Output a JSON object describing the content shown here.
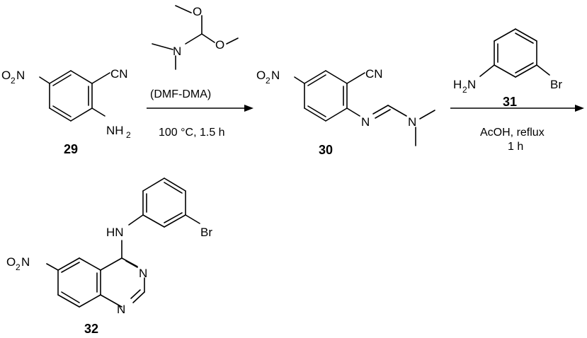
{
  "compounds": {
    "c29": {
      "id": "29",
      "nitro": "O",
      "nitro_sub": "2",
      "nitro_n": "N",
      "cn": "CN",
      "amine": "NH",
      "amine_sub": "2"
    },
    "c30": {
      "id": "30",
      "nitro": "O",
      "nitro_sub": "2",
      "nitro_n": "N",
      "cn": "CN",
      "n_imine": "N",
      "n_amine": "N"
    },
    "c31": {
      "id": "31",
      "amine": "H",
      "amine_sub": "2",
      "amine_n": "N",
      "br": "Br"
    },
    "c32": {
      "id": "32",
      "nitro": "O",
      "nitro_sub": "2",
      "nitro_n": "N",
      "hn": "HN",
      "br": "Br",
      "n3": "N",
      "n1": "N"
    }
  },
  "reagent_dmfdma": {
    "o1": "O",
    "o2": "O",
    "n": "N"
  },
  "step1": {
    "reagent_name": "(DMF-DMA)",
    "conditions": "100 °C, 1.5 h"
  },
  "step2": {
    "conditions_line1": "AcOH, reflux",
    "conditions_line2": "1 h"
  }
}
